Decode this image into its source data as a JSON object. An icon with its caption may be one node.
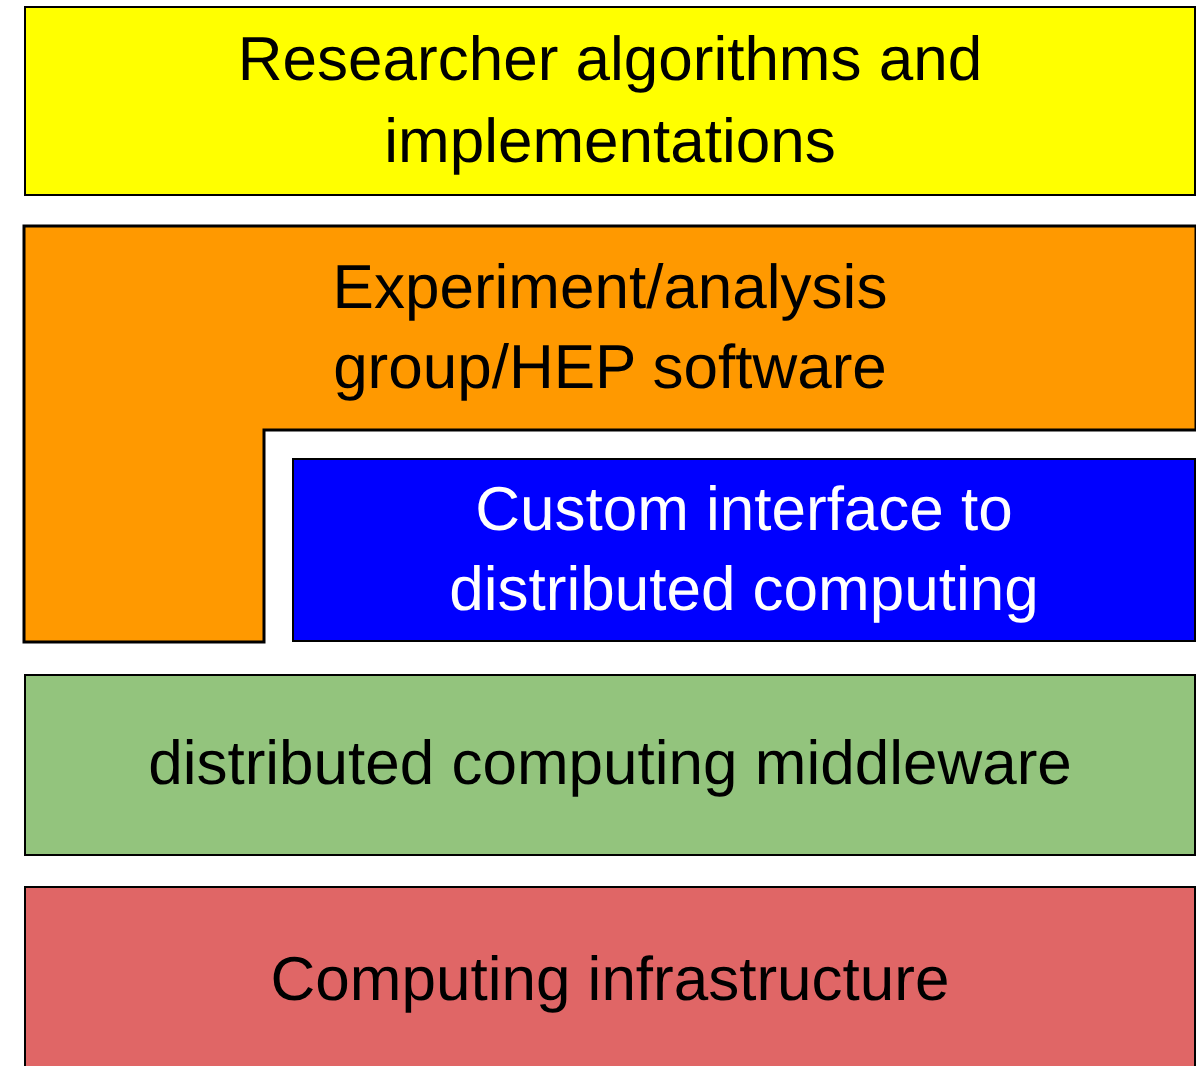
{
  "diagram": {
    "nodes": [
      {
        "text": [
          "Researcher algorithms and implementations"
        ]
      },
      {
        "text": [
          "Experiment/analysis group/HEP software"
        ]
      },
      {
        "text": [
          "Custom interface to distributed computing"
        ]
      },
      {
        "text": [
          "distributed computing middleware"
        ]
      },
      {
        "text": [
          "Computing infrastructure"
        ]
      }
    ]
  }
}
